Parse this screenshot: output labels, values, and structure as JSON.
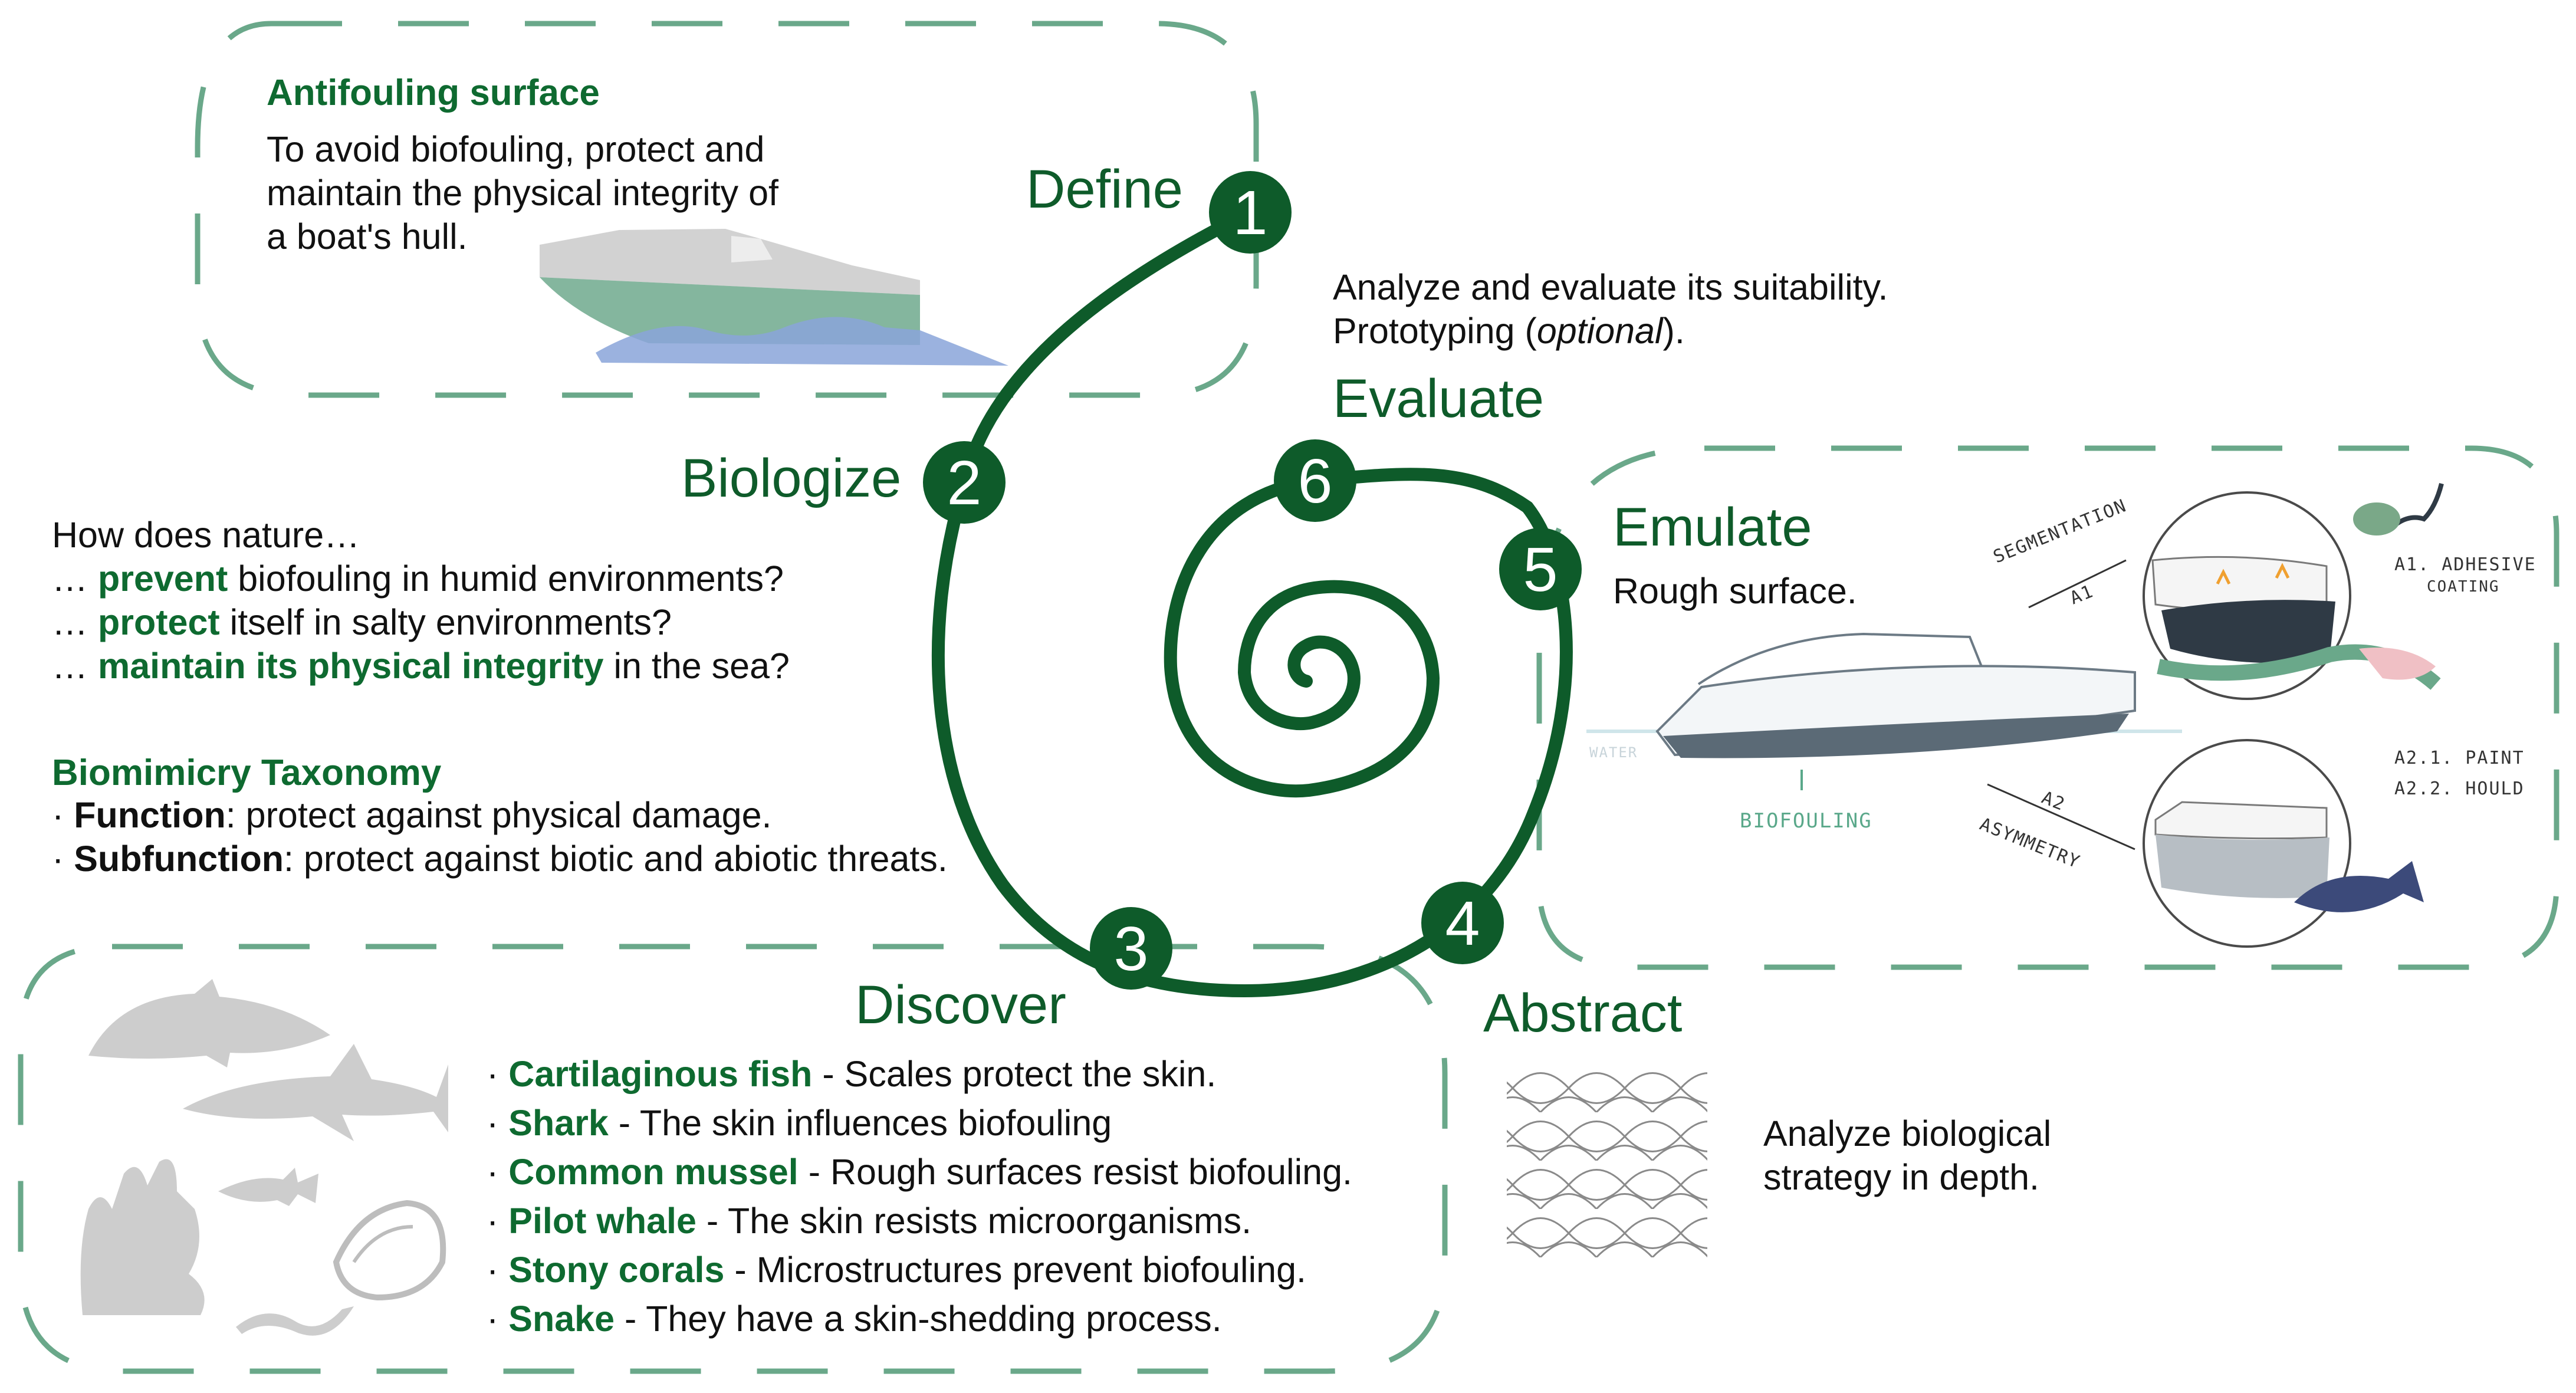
{
  "stages": [
    {
      "num": "1",
      "name": "Define"
    },
    {
      "num": "2",
      "name": "Biologize"
    },
    {
      "num": "3",
      "name": "Discover"
    },
    {
      "num": "4",
      "name": "Abstract"
    },
    {
      "num": "5",
      "name": "Emulate"
    },
    {
      "num": "6",
      "name": "Evaluate"
    }
  ],
  "define_panel": {
    "title": "Antifouling surface",
    "lines": [
      "To avoid biofouling, protect and",
      "maintain the physical integrity of",
      "a boat's hull."
    ]
  },
  "evaluate_text": {
    "line1": "Analyze and evaluate its suitability.",
    "line2_prefix": "Prototyping (",
    "line2_italic": "optional",
    "line2_suffix": ")."
  },
  "biologize_text": {
    "intro": "How does nature…",
    "questions": [
      {
        "prefix": "… ",
        "keyword": "prevent",
        "rest": " biofouling in humid environments?"
      },
      {
        "prefix": "… ",
        "keyword": "protect",
        "rest": " itself in salty environments?"
      },
      {
        "prefix": "… ",
        "keyword": "maintain its physical integrity",
        "rest": " in the sea?"
      }
    ],
    "taxonomy_title": "Biomimicry Taxonomy",
    "taxonomy": [
      {
        "bullet": "· ",
        "label": "Function",
        "rest": ": protect against physical damage."
      },
      {
        "bullet": "· ",
        "label": "Subfunction",
        "rest": ": protect against biotic and abiotic threats."
      }
    ]
  },
  "discover_list": [
    {
      "bullet": "· ",
      "organism": "Cartilaginous fish",
      "rest": " - Scales protect the skin."
    },
    {
      "bullet": "· ",
      "organism": "Shark",
      "rest": " - The skin influences biofouling"
    },
    {
      "bullet": "· ",
      "organism": "Common mussel",
      "rest": " - Rough surfaces resist biofouling."
    },
    {
      "bullet": "· ",
      "organism": "Pilot whale",
      "rest": " - The skin resists microorganisms."
    },
    {
      "bullet": "· ",
      "organism": "Stony corals",
      "rest": " - Microstructures prevent biofouling."
    },
    {
      "bullet": "· ",
      "organism": "Snake",
      "rest": " - They have a skin-shedding process."
    }
  ],
  "abstract_text": [
    "Analyze biological",
    "strategy in depth."
  ],
  "emulate_text": "Rough surface.",
  "sketch_labels": {
    "segmentation": "SEGMENTATION",
    "a1": "A1",
    "a1_adhesive": "A1. ADHESIVE",
    "coating": "COATING",
    "water": "WATER",
    "biofouling": "BIOFOULING",
    "a2": "A2",
    "asymmetry": "ASYMMETRY",
    "a21": "A2.1. PAINT",
    "a22": "A2.2. HOULD"
  },
  "colors": {
    "spiral": "#0e5b2a",
    "dashed": "#6aa88a",
    "heading_green": "#0e6a30",
    "hull_green": "#5e9c80",
    "water_blue": "#8aa5d9"
  }
}
